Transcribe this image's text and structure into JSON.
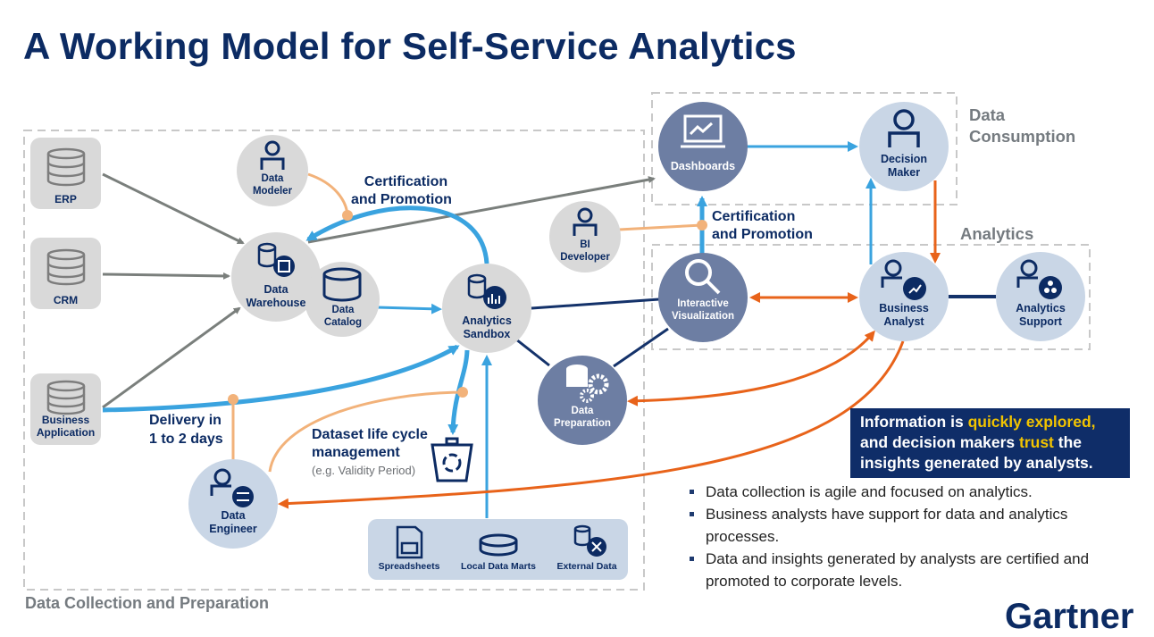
{
  "title": "A Working Model for Self-Service Analytics",
  "regions": {
    "collection": "Data Collection and Preparation",
    "consumption_line1": "Data",
    "consumption_line2": "Consumption",
    "analytics": "Analytics"
  },
  "sources": [
    {
      "label": "ERP"
    },
    {
      "label": "CRM"
    },
    {
      "label_line1": "Business",
      "label_line2": "Application"
    }
  ],
  "nodes": {
    "data_modeler": {
      "line1": "Data",
      "line2": "Modeler"
    },
    "data_warehouse": {
      "line1": "Data",
      "line2": "Warehouse"
    },
    "data_catalog": {
      "line1": "Data",
      "line2": "Catalog"
    },
    "analytics_sandbox": {
      "line1": "Analytics",
      "line2": "Sandbox"
    },
    "bi_developer": {
      "line1": "BI",
      "line2": "Developer"
    },
    "data_preparation": {
      "line1": "Data",
      "line2": "Preparation"
    },
    "data_engineer": {
      "line1": "Data",
      "line2": "Engineer"
    },
    "dashboards": {
      "line1": "Dashboards"
    },
    "interactive_visualization": {
      "line1": "Interactive",
      "line2": "Visualization"
    },
    "decision_maker": {
      "line1": "Decision",
      "line2": "Maker"
    },
    "business_analyst": {
      "line1": "Business",
      "line2": "Analyst"
    },
    "analytics_support": {
      "line1": "Analytics",
      "line2": "Support"
    }
  },
  "local_sources": [
    "Spreadsheets",
    "Local Data Marts",
    "External Data"
  ],
  "annotations": {
    "cert_left_1": "Certification",
    "cert_left_2": "and Promotion",
    "cert_right_1": "Certification",
    "cert_right_2": "and Promotion",
    "delivery_1": "Delivery in",
    "delivery_2": "1 to 2 days",
    "lifecycle_1": "Dataset life cycle",
    "lifecycle_2": "management",
    "lifecycle_3": "(e.g. Validity Period)"
  },
  "callout": {
    "p1": "Information is ",
    "h1": "quickly explored,",
    "p2": "and decision makers ",
    "h2": "trust",
    "p3": " the",
    "p4": "insights generated by analysts."
  },
  "bullets": [
    "Data collection is agile and focused on analytics.",
    "Business analysts have support for data and analytics processes.",
    "Data and insights generated by analysts are certified and promoted to corporate levels."
  ],
  "logo": "Gartner",
  "colors": {
    "navy": "#0c2b63",
    "blue_arrow": "#3aa3df",
    "orange_arrow": "#e8631a",
    "peach": "#f2b27a",
    "gray_arrow": "#7a7f7c",
    "light_node": "#d9d9d9",
    "blue_node": "#c9d6e6",
    "slate_node": "#6d7ea3"
  }
}
